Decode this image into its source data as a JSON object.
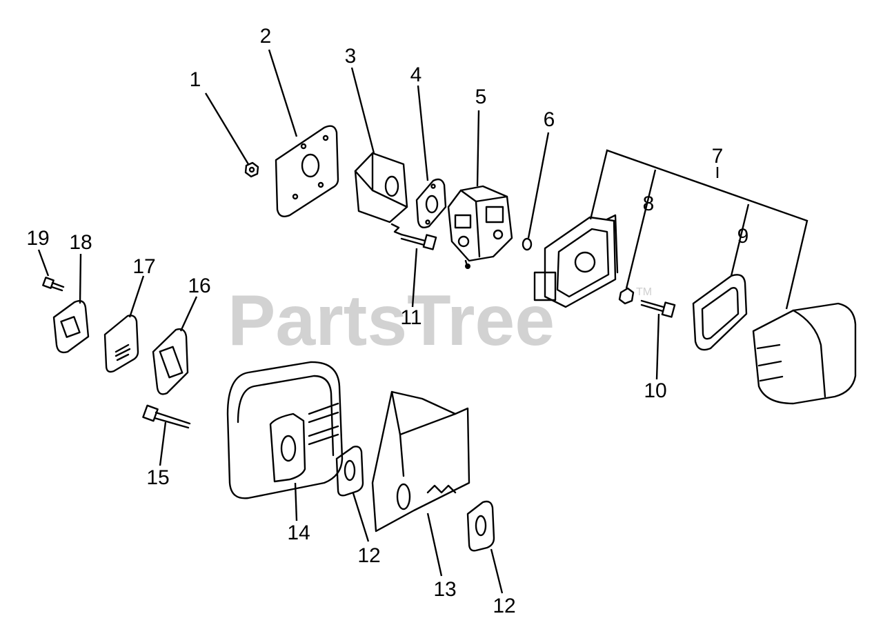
{
  "watermark": {
    "text": "PartsTree",
    "trademark": "TM"
  },
  "callouts": [
    {
      "id": "c1",
      "label": "1"
    },
    {
      "id": "c2",
      "label": "2"
    },
    {
      "id": "c3",
      "label": "3"
    },
    {
      "id": "c4",
      "label": "4"
    },
    {
      "id": "c5",
      "label": "5"
    },
    {
      "id": "c6",
      "label": "6"
    },
    {
      "id": "c7",
      "label": "7"
    },
    {
      "id": "c8",
      "label": "8"
    },
    {
      "id": "c9",
      "label": "9"
    },
    {
      "id": "c10",
      "label": "10"
    },
    {
      "id": "c11",
      "label": "11"
    },
    {
      "id": "c12a",
      "label": "12"
    },
    {
      "id": "c12b",
      "label": "12"
    },
    {
      "id": "c13",
      "label": "13"
    },
    {
      "id": "c14",
      "label": "14"
    },
    {
      "id": "c15",
      "label": "15"
    },
    {
      "id": "c16",
      "label": "16"
    },
    {
      "id": "c17",
      "label": "17"
    },
    {
      "id": "c18",
      "label": "18"
    },
    {
      "id": "c19",
      "label": "19"
    }
  ]
}
